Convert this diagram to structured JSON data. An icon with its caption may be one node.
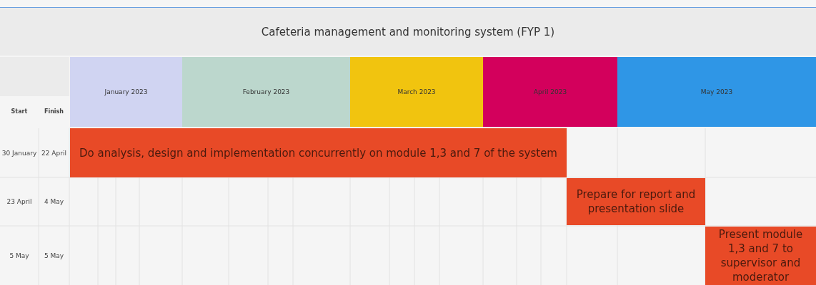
{
  "diagram": {
    "title": "Cafeteria management and monitoring system (FYP 1)",
    "nodes": [
      {
        "text": [
          "January 2023"
        ]
      },
      {
        "text": [
          "February 2023"
        ]
      },
      {
        "text": [
          "March 2023"
        ]
      },
      {
        "text": [
          "April 2023"
        ]
      },
      {
        "text": [
          "May 2023"
        ]
      },
      {
        "text": [
          "Do analysis, design and implementation concurrently on module 1,3 and 7 of the system"
        ]
      },
      {
        "text": [
          "Prepare for report and presentation slide"
        ]
      },
      {
        "text": [
          "Present module 1,3 and 7 to supervisor and moderator"
        ]
      }
    ],
    "labels": [
      "Start",
      "Finish",
      "30 January",
      "22 April",
      "23 April",
      "4 May",
      "5 May",
      "5 May"
    ]
  }
}
